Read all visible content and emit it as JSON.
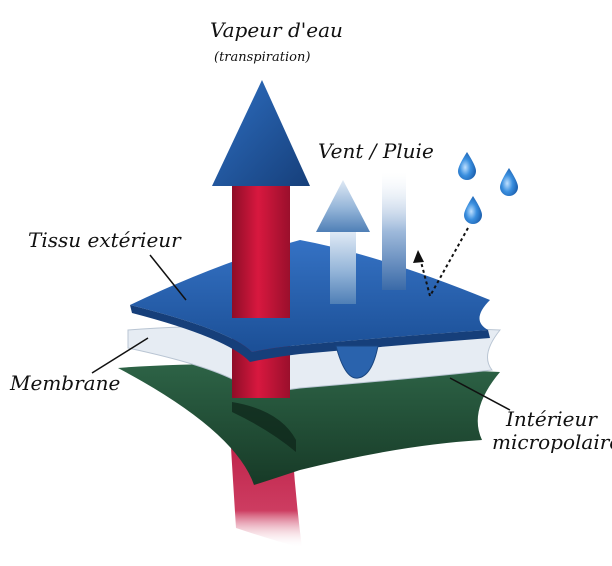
{
  "labels": {
    "vapor_title": "Vapeur d'eau",
    "vapor_sub": "(transpiration)",
    "wind_rain": "Vent / Pluie",
    "outer_fabric": "Tissu extérieur",
    "membrane": "Membrane",
    "inner_line1": "Intérieur",
    "inner_line2": "micropolaire"
  },
  "colors": {
    "outer_layer": "#1f5ba8",
    "membrane_layer": "#e4ebf3",
    "inner_layer": "#1f4b32",
    "vapor_arrow": "#c8143a",
    "vapor_arrow_head": "#1f5ba8",
    "wind_arrow": "#8fb1d6",
    "water_drop": "#2f82d6"
  },
  "icons": {
    "drops": [
      "water-drop-icon",
      "water-drop-icon",
      "water-drop-icon"
    ]
  }
}
